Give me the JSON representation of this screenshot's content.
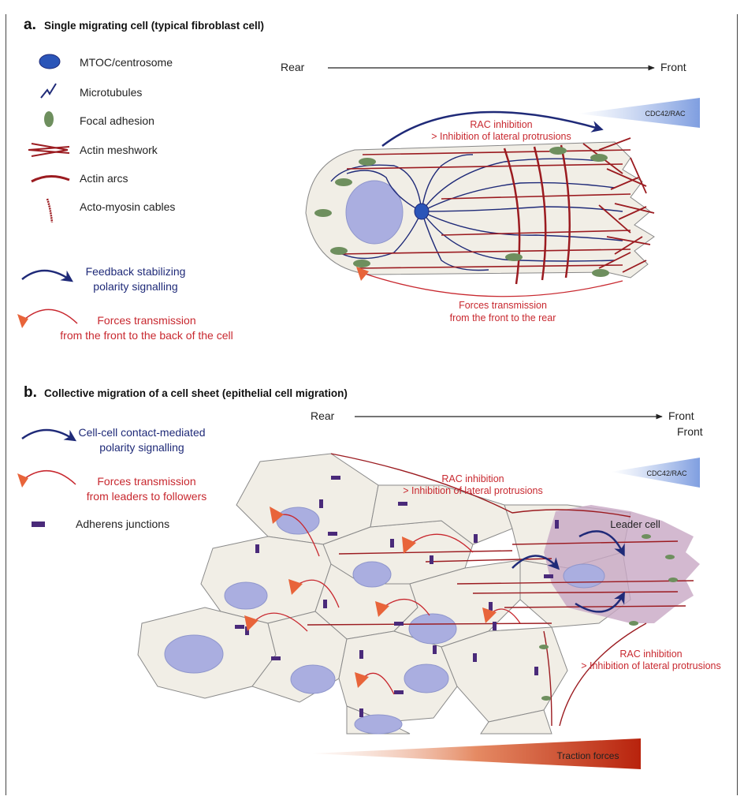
{
  "panel_a": {
    "letter": "a.",
    "title": "Single migrating cell (typical fibroblast cell)",
    "legend": [
      {
        "icon": "centrosome-icon",
        "label": "MTOC/centrosome"
      },
      {
        "icon": "microtubule-icon",
        "label": "Microtubules"
      },
      {
        "icon": "focal-adhesion-icon",
        "label": "Focal adhesion"
      },
      {
        "icon": "actin-meshwork-icon",
        "label": "Actin meshwork"
      },
      {
        "icon": "actin-arc-icon",
        "label": "Actin arcs"
      },
      {
        "icon": "actomyosin-cable-icon",
        "label": "Acto-myosin cables"
      }
    ],
    "feedback_legend": [
      "Feedback stabilizing",
      "polarity signalling"
    ],
    "forces_legend": [
      "Forces transmission",
      "from the front to the back of the cell"
    ],
    "axis_rear": "Rear",
    "axis_front": "Front",
    "gradient_label": "CDC42/RAC",
    "rac_label": [
      "RAC inhibition",
      "> Inhibition of lateral protrusions"
    ],
    "forces_label": [
      "Forces transmission",
      "from the front to the rear"
    ]
  },
  "panel_b": {
    "letter": "b.",
    "title": "Collective migration of a cell sheet (epithelial cell migration)",
    "contact_legend": [
      "Cell-cell contact-mediated",
      "polarity signalling"
    ],
    "forces_legend": [
      "Forces transmission",
      "from leaders to followers"
    ],
    "adherens_legend": "Adherens junctions",
    "axis_rear": "Rear",
    "axis_front": "Front",
    "axis_front_repeat": "Front",
    "gradient_label": "CDC42/RAC",
    "rac_top_label": [
      "RAC inhibition",
      "> Inhibition of lateral protrusions"
    ],
    "leader_label": "Leader cell",
    "rac_bottom_label": [
      "RAC inhibition",
      "> Inhibition of lateral protrusions"
    ],
    "traction_label": "Traction forces"
  },
  "colors": {
    "navy": "#1f2a78",
    "red": "#c8282f",
    "dark_red": "#9b1b20",
    "orange": "#e8643a",
    "cell_fill": "#f1eee6",
    "nucleus": "#aaaee0",
    "adhesion": "#6e8f5e",
    "junction": "#4a2a7a",
    "leader": "#c8a7c4"
  }
}
